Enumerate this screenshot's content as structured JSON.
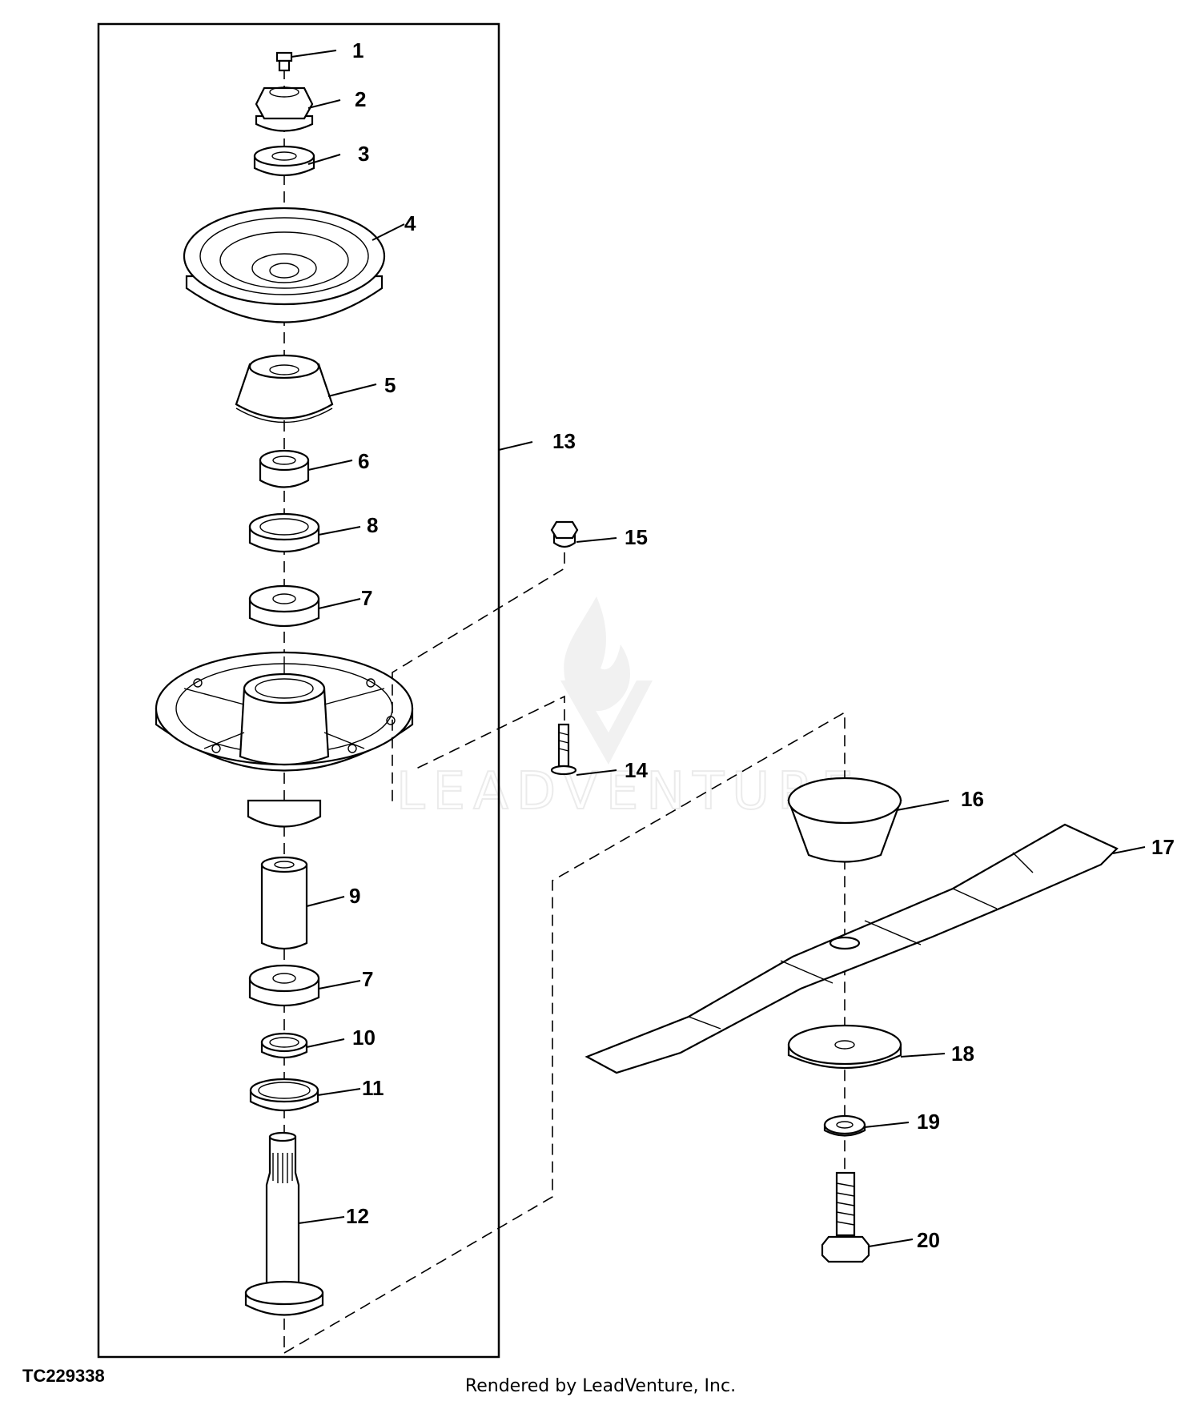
{
  "figure_id": "TC229338",
  "credit": "Rendered by LeadVenture, Inc.",
  "watermark": "LEADVENTURE",
  "callouts": {
    "c1": "1",
    "c2": "2",
    "c3": "3",
    "c4": "4",
    "c5": "5",
    "c6": "6",
    "c7a": "7",
    "c7b": "7",
    "c8": "8",
    "c9": "9",
    "c10": "10",
    "c11": "11",
    "c12": "12",
    "c13": "13",
    "c14": "14",
    "c15": "15",
    "c16": "16",
    "c17": "17",
    "c18": "18",
    "c19": "19",
    "c20": "20"
  }
}
